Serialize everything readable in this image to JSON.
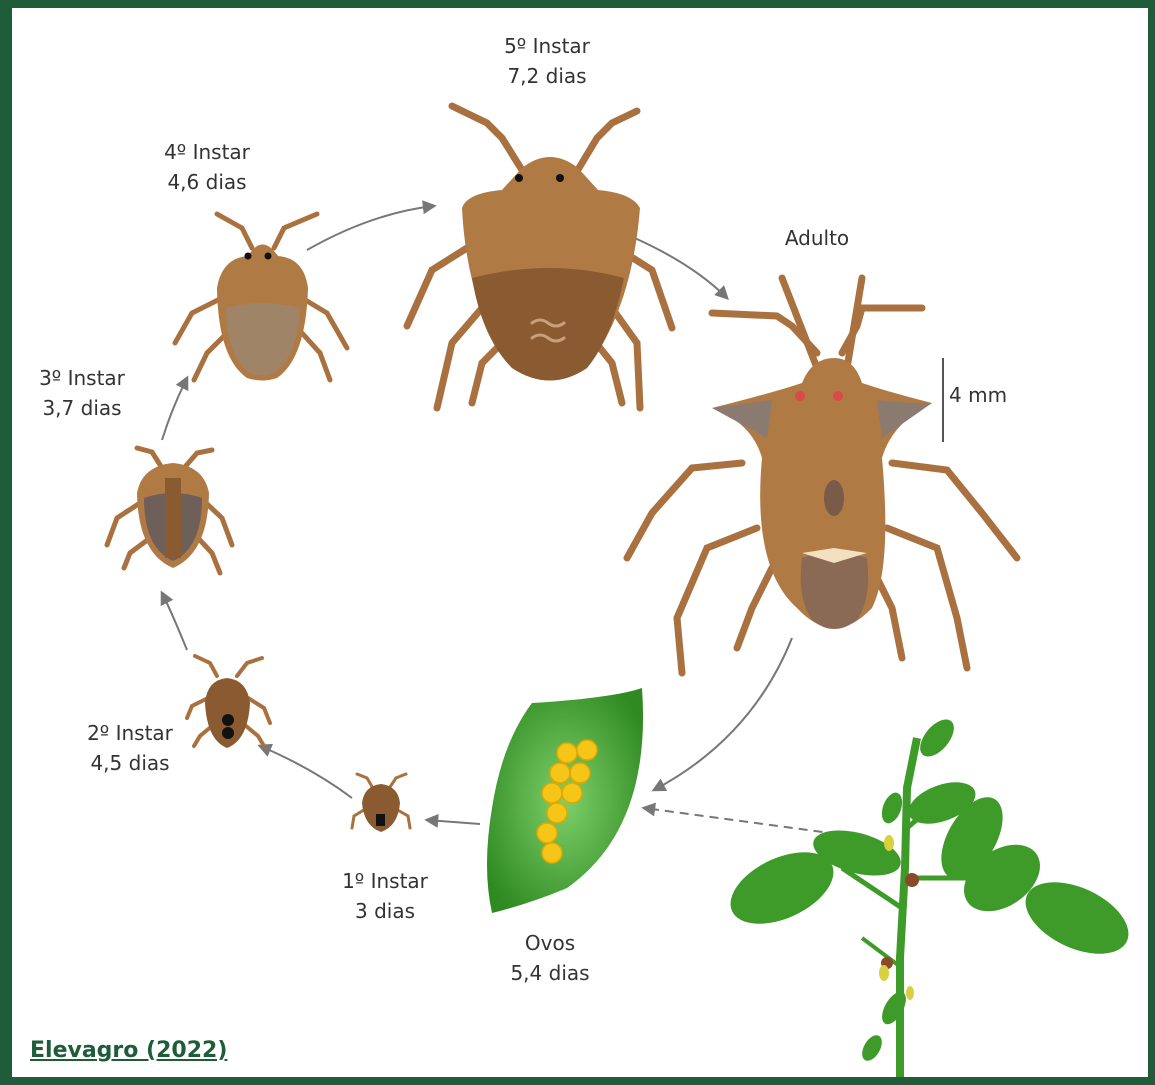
{
  "stages": {
    "egg": {
      "name": "Ovos",
      "duration": "5,4 dias"
    },
    "instar1": {
      "name": "1º Instar",
      "duration": "3 dias"
    },
    "instar2": {
      "name": "2º Instar",
      "duration": "4,5 dias"
    },
    "instar3": {
      "name": "3º Instar",
      "duration": "3,7 dias"
    },
    "instar4": {
      "name": "4º Instar",
      "duration": "4,6 dias"
    },
    "instar5": {
      "name": "5º Instar",
      "duration": "7,2 dias"
    },
    "adult": {
      "name": "Adulto"
    }
  },
  "scale_label": "4 mm",
  "credit": "Elevagro (2022)",
  "colors": {
    "border": "#1e5c3a",
    "bug_body": "#b07a45",
    "bug_dark": "#8a5a30",
    "leg": "#a9713f",
    "leaf": "#3e9b2a",
    "egg": "#f5c518",
    "arrow": "#777777"
  }
}
